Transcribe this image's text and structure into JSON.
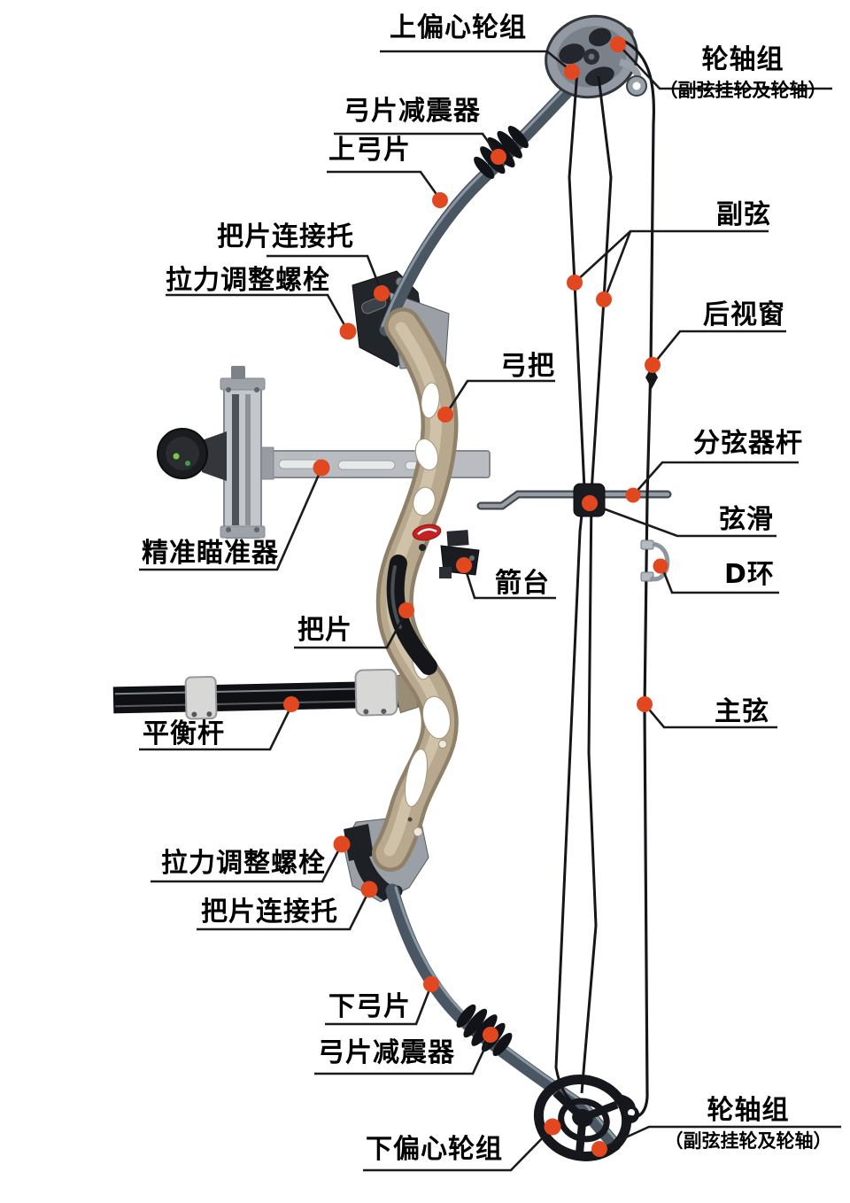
{
  "figure": {
    "type": "labeled-diagram",
    "subject_labels_language": "zh-CN",
    "labels": {
      "upper_cam": "上偏心轮组",
      "axle_top_title": "轮轴组",
      "axle_top_sub": "（副弦挂轮及轮轴）",
      "limb_damper_top": "弓片减震器",
      "upper_limb": "上弓片",
      "limb_bracket_top": "把片连接托",
      "draw_bolt_top": "拉力调整螺栓",
      "riser": "弓把",
      "cables": "副弦",
      "peep_sight": "后视窗",
      "cable_rod": "分弦器杆",
      "string_slide": "弦滑",
      "d_ring": "D环",
      "precision_sight": "精准瞄准器",
      "arrow_rest": "箭台",
      "grip": "把片",
      "stabilizer": "平衡杆",
      "main_string": "主弦",
      "draw_bolt_bottom": "拉力调整螺栓",
      "limb_bracket_bottom": "把片连接托",
      "lower_limb": "下弓片",
      "limb_damper_bottom": "弓片减震器",
      "lower_cam": "下偏心轮组",
      "axle_bottom_title": "轮轴组",
      "axle_bottom_sub": "（副弦挂轮及轮轴）"
    },
    "colors": {
      "background": "#ffffff",
      "marker_dot": "#e2481f",
      "leader_line": "#1b1b1b",
      "label_text": "#000000",
      "riser_body": "#b7a88e",
      "limb": "#4a5661",
      "top_cam": "#949aa3",
      "bottom_cam": "#15171c",
      "string": "#14161a",
      "sight_metal": "#c3c7cc",
      "stabilizer_rod": "#0f1013",
      "decal_red": "#c62222"
    },
    "marker_count": 24
  }
}
